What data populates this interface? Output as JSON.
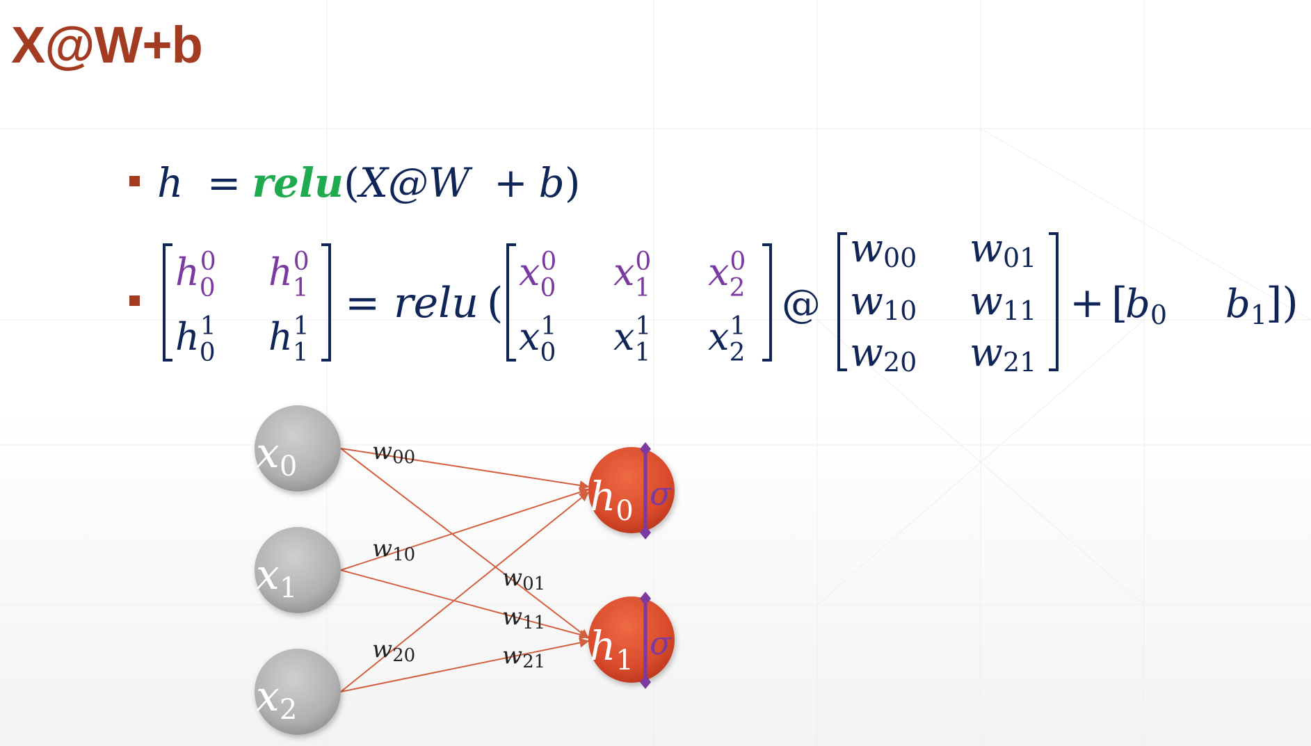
{
  "slide": {
    "title": "X@W+b"
  },
  "equation1": {
    "lhs": "h",
    "eq": "=",
    "func": "relu",
    "open": "(",
    "expr": "X@W",
    "plus": "+",
    "bias": "b",
    "close": ")"
  },
  "equation2": {
    "h": [
      [
        "h",
        "0",
        "0",
        "h",
        "1",
        "0"
      ],
      [
        "h",
        "0",
        "1",
        "h",
        "1",
        "1"
      ]
    ],
    "eq": "=",
    "func": "relu",
    "open": "(",
    "x": [
      [
        "x",
        "0",
        "0",
        "x",
        "1",
        "0",
        "x",
        "2",
        "0"
      ],
      [
        "x",
        "0",
        "1",
        "x",
        "1",
        "1",
        "x",
        "2",
        "1"
      ]
    ],
    "at": "@",
    "w": [
      [
        "w",
        "00",
        "w",
        "01"
      ],
      [
        "w",
        "10",
        "w",
        "11"
      ],
      [
        "w",
        "20",
        "w",
        "21"
      ]
    ],
    "plus": "+",
    "b": [
      "b",
      "0",
      "b",
      "1"
    ],
    "close": "])"
  },
  "network": {
    "inputs": [
      {
        "base": "x",
        "sub": "0"
      },
      {
        "base": "x",
        "sub": "1"
      },
      {
        "base": "x",
        "sub": "2"
      }
    ],
    "outputs": [
      {
        "base": "h",
        "sub": "0",
        "activation": "σ"
      },
      {
        "base": "h",
        "sub": "1",
        "activation": "σ"
      }
    ],
    "weights": [
      {
        "base": "w",
        "sub": "00"
      },
      {
        "base": "w",
        "sub": "10"
      },
      {
        "base": "w",
        "sub": "20"
      },
      {
        "base": "w",
        "sub": "01"
      },
      {
        "base": "w",
        "sub": "11"
      },
      {
        "base": "w",
        "sub": "21"
      }
    ]
  },
  "colors": {
    "title": "#a33b22",
    "math": "#0f2457",
    "purple": "#7a3aa0",
    "green": "#1faa4e",
    "edge": "#d2603f",
    "input_node": "#b3b3b3",
    "output_node": "#d94a2b"
  }
}
